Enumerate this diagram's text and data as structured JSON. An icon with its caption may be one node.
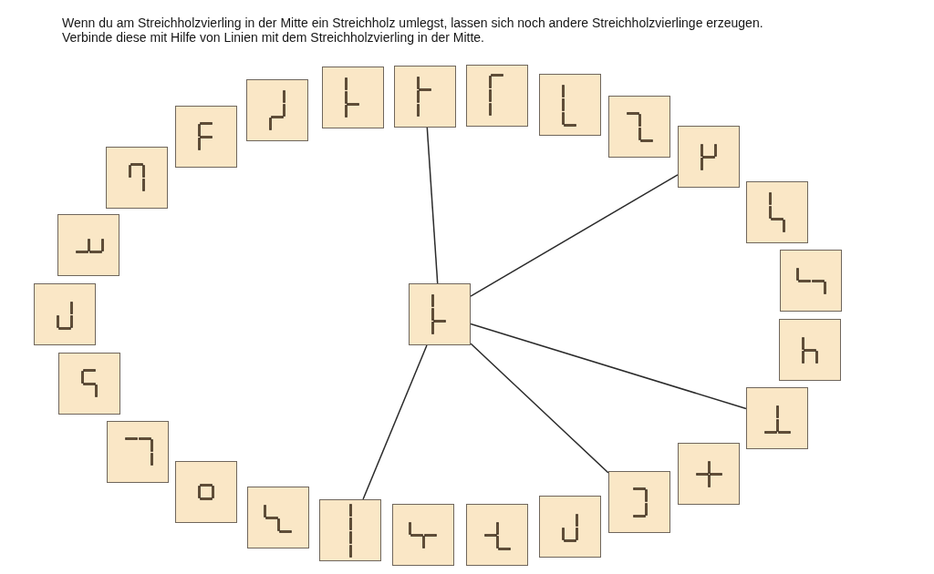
{
  "diagram": {
    "nodes": [
      {
        "text": [],
        "shape": "picture"
      },
      {
        "text": [],
        "shape": "picture"
      },
      {
        "text": [],
        "shape": "picture"
      },
      {
        "text": [],
        "shape": "picture"
      },
      {
        "text": [],
        "shape": "picture"
      },
      {
        "text": [],
        "shape": "picture"
      },
      {
        "text": [],
        "shape": "picture"
      },
      {
        "text": [],
        "shape": "picture"
      },
      {
        "text": [],
        "shape": "picture"
      },
      {
        "text": [],
        "shape": "picture"
      },
      {
        "text": [],
        "shape": "picture"
      },
      {
        "text": [],
        "shape": "picture"
      },
      {
        "text": [],
        "shape": "picture"
      },
      {
        "text": [],
        "shape": "picture"
      },
      {
        "text": [],
        "shape": "picture"
      },
      {
        "text": [],
        "shape": "picture"
      },
      {
        "text": [],
        "shape": "picture"
      },
      {
        "text": [],
        "shape": "picture"
      },
      {
        "text": [],
        "shape": "picture"
      },
      {
        "text": [],
        "shape": "picture"
      },
      {
        "text": [],
        "shape": "picture"
      },
      {
        "text": [],
        "shape": "picture"
      },
      {
        "text": [],
        "shape": "picture"
      },
      {
        "text": [],
        "shape": "picture"
      },
      {
        "text": [],
        "shape": "picture"
      },
      {
        "text": [],
        "shape": "picture"
      }
    ],
    "edges": [
      {
        "from": 0,
        "to": 7,
        "arrow": "none"
      },
      {
        "from": 0,
        "to": 11,
        "arrow": "none"
      },
      {
        "from": 0,
        "to": 15,
        "arrow": "none"
      },
      {
        "from": 0,
        "to": 17,
        "arrow": "none"
      },
      {
        "from": 0,
        "to": 21,
        "arrow": "none"
      }
    ],
    "labels": [
      "Wenn du am Streichholzvierling in der Mitte ein Streichholz umlegst, lassen sich noch andere Streichholzvierlinge erzeugen.",
      "Verbinde diese mit Hilfe von Linien mit dem Streichholzvierling in der Mitte."
    ]
  }
}
